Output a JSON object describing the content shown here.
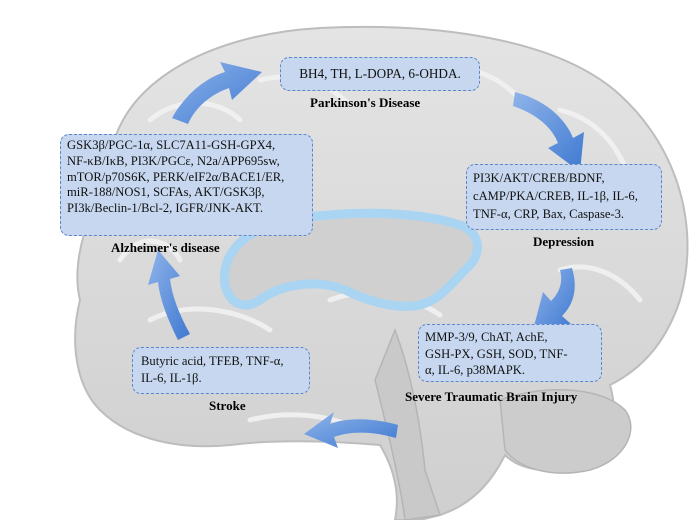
{
  "diseases": [
    {
      "id": "pd",
      "name": "Parkinson's Disease",
      "targets": [
        "BH4, TH, L-DOPA, 6-OHDA."
      ]
    },
    {
      "id": "dep",
      "name": "Depression",
      "targets": [
        "PI3K/AKT/CREB/BDNF,",
        "cAMP/PKA/CREB, IL-1β, IL-6,",
        "TNF-α, CRP, Bax, Caspase-3."
      ]
    },
    {
      "id": "tbi",
      "name": "Severe Traumatic Brain Injury",
      "targets": [
        "MMP-3/9, ChAT, AchE,",
        "GSH-PX, GSH, SOD, TNF-",
        "α, IL-6, p38MAPK."
      ]
    },
    {
      "id": "stroke",
      "name": "Stroke",
      "targets": [
        "Butyric acid, TFEB, TNF-α,",
        "IL-6, IL-1β."
      ]
    },
    {
      "id": "ad",
      "name": "Alzheimer's disease",
      "targets": [
        "GSK3β/PGC-1α, SLC7A11-GSH-GPX4,",
        "NF-κB/IκB, PI3K/PGCε, N2a/APP695sw,",
        "mTOR/p70S6K, PERK/eIF2α/BACE1/ER,",
        "miR-188/NOS1, SCFAs, AKT/GSK3β,",
        "PI3k/Beclin-1/Bcl-2, IGFR/JNK-AKT."
      ]
    }
  ],
  "colors": {
    "box_fill": "#c6d7ef",
    "box_border": "#5e86c4",
    "arrow": "#4f86d6",
    "brain": "#d8d8d8",
    "ventricle": "#a9d4f2"
  }
}
